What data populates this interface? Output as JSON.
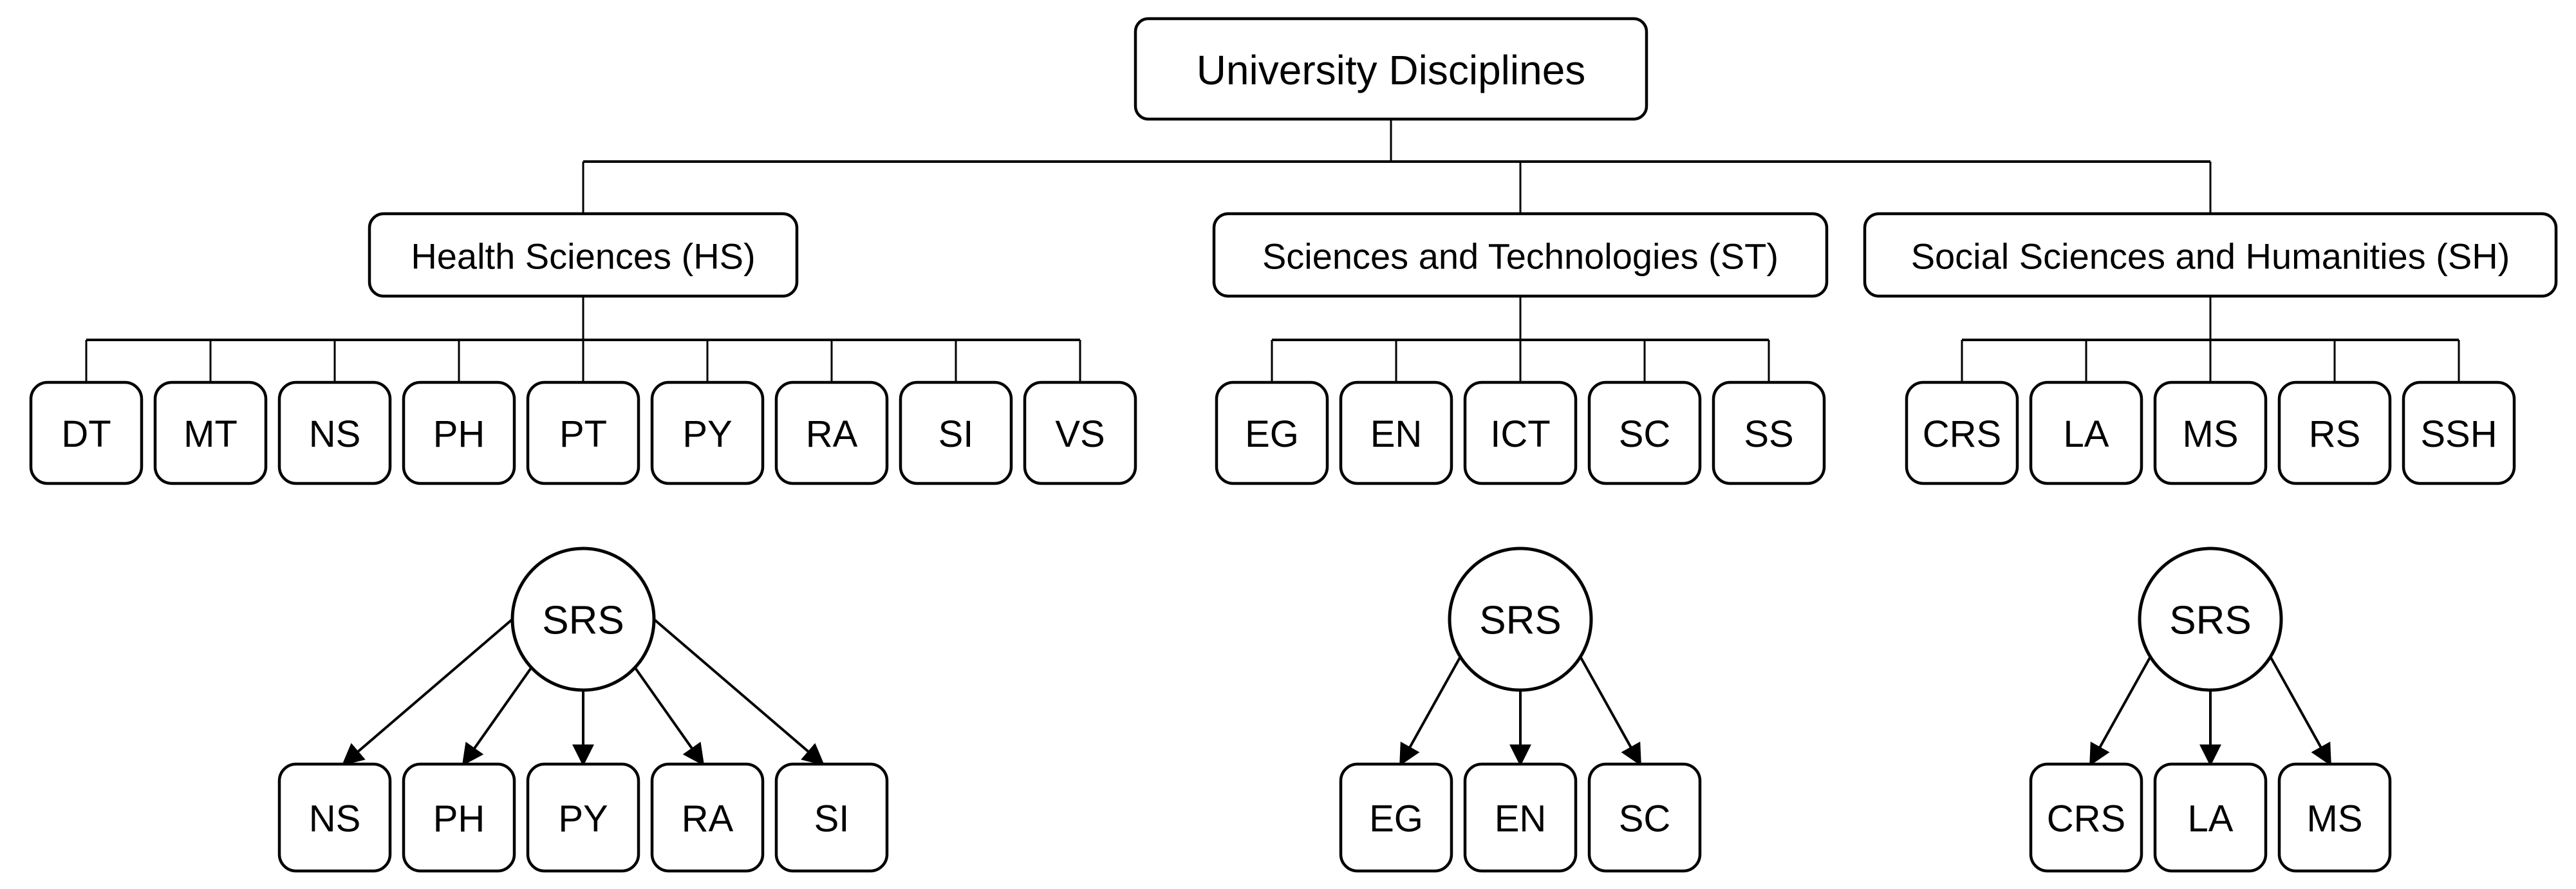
{
  "diagram": {
    "root_label": "University Disciplines",
    "groups": [
      {
        "id": "HS",
        "label": "Health Sciences (HS)",
        "children": [
          "DT",
          "MT",
          "NS",
          "PH",
          "PT",
          "PY",
          "RA",
          "SI",
          "VS"
        ]
      },
      {
        "id": "ST",
        "label": "Sciences and Technologies (ST)",
        "children": [
          "EG",
          "EN",
          "ICT",
          "SC",
          "SS"
        ]
      },
      {
        "id": "SH",
        "label": "Social Sciences and Humanities (SH)",
        "children": [
          "CRS",
          "LA",
          "MS",
          "RS",
          "SSH"
        ]
      }
    ],
    "srs_clusters": [
      {
        "label": "SRS",
        "group": "HS",
        "children": [
          "NS",
          "PH",
          "PY",
          "RA",
          "SI"
        ]
      },
      {
        "label": "SRS",
        "group": "ST",
        "children": [
          "EG",
          "EN",
          "SC"
        ]
      },
      {
        "label": "SRS",
        "group": "SH",
        "children": [
          "CRS",
          "LA",
          "MS"
        ]
      }
    ],
    "colors": {
      "background": "#ffffff",
      "stroke": "#000000",
      "text": "#000000",
      "node_fill": "#ffffff"
    }
  }
}
